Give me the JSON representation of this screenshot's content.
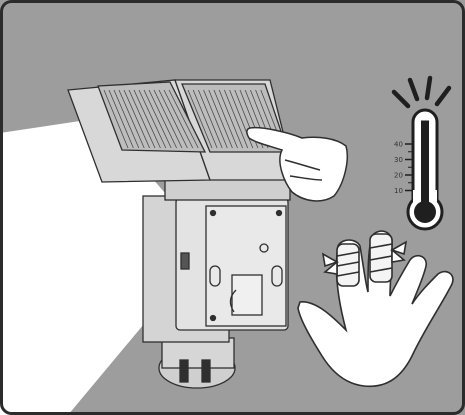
{
  "illustration": {
    "subject": "floodlight-heat-warning",
    "colors": {
      "background": "#9d9d9d",
      "frame": "#2b2b2b",
      "light_beam": "#ffffff",
      "outline": "#2f2f2f",
      "housing_fill": "#d9d9d9",
      "housing_dark": "#bdbdbd"
    },
    "thermometer": {
      "tick_labels": [
        "40",
        "30",
        "20",
        "10"
      ],
      "fill_level_fraction": 0.95,
      "icon": "thermometer-icon",
      "heat_rays_icon": "heat-rays-icon"
    },
    "hand_icon": "bandaged-hand-icon",
    "pointing_hand_icon": "pointing-hand-icon",
    "lamp_icon": "floodlight-icon"
  }
}
